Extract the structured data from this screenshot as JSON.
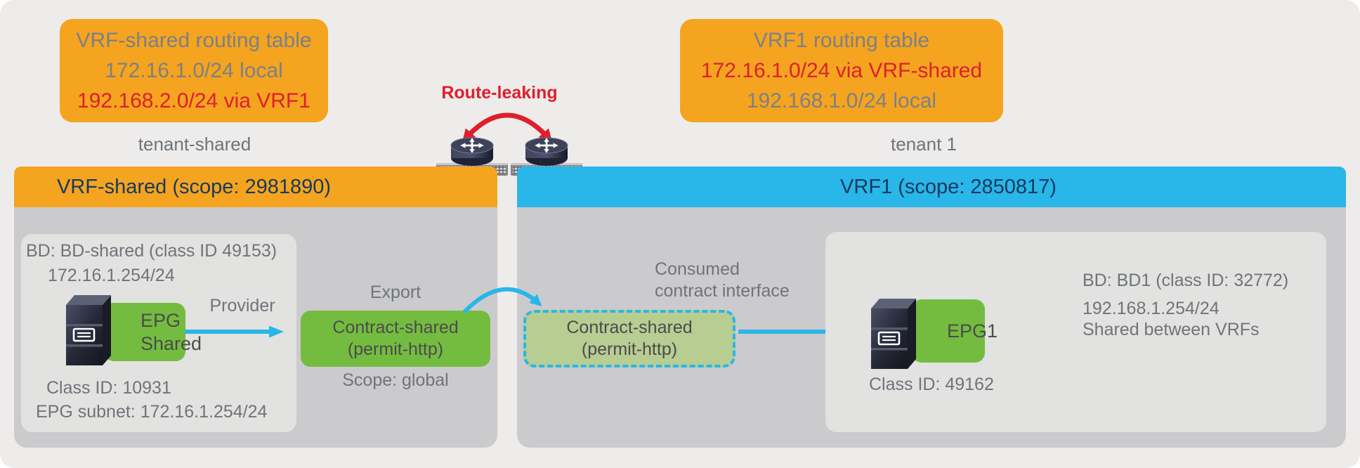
{
  "colors": {
    "bg": "#EDECEA",
    "amber": "#F5A41F",
    "cyan": "#29B6E8",
    "green": "#74BC40",
    "dashed_green": "#B7CD92",
    "red": "#DE1F2D",
    "navy": "#17395E",
    "panel": "#CBCBCD",
    "panel_inner": "#E2E2E0",
    "text_gray": "#6F747A",
    "text_gray2": "#7B8087"
  },
  "diagram": {
    "routing_table_left": {
      "line1": "VRF-shared routing table",
      "line2": "172.16.1.0/24 local",
      "line3": "192.168.2.0/24 via VRF1"
    },
    "routing_table_right": {
      "line1": "VRF1 routing table",
      "line2": "172.16.1.0/24 via VRF-shared",
      "line3": "192.168.1.0/24 local"
    },
    "route_leaking_label": "Route-leaking",
    "tenant_left_label": "tenant-shared",
    "tenant_right_label": "tenant 1",
    "vrf_left_label": "VRF-shared (scope: 2981890)",
    "vrf_right_label": "VRF1 (scope: 2850817)",
    "left": {
      "bd_line1": "BD: BD-shared (class ID 49153)",
      "bd_line2": "172.16.1.254/24",
      "epg_line1": "EPG",
      "epg_line2": "Shared",
      "provider_label": "Provider",
      "class_id": "Class ID: 10931",
      "epg_subnet": "EPG subnet: 172.16.1.254/24"
    },
    "contract_export": {
      "export_label": "Export",
      "line1": "Contract-shared",
      "line2": "(permit-http)",
      "scope_label": "Scope: global"
    },
    "contract_consumed": {
      "label_line1": "Consumed",
      "label_line2": "contract interface",
      "line1": "Contract-shared",
      "line2": "(permit-http)"
    },
    "right": {
      "epg_label": "EPG1",
      "class_id": "Class ID: 49162",
      "bd_line1": "BD: BD1 (class ID: 32772)",
      "bd_line2": "192.168.1.254/24",
      "bd_line3": "Shared between VRFs"
    }
  }
}
